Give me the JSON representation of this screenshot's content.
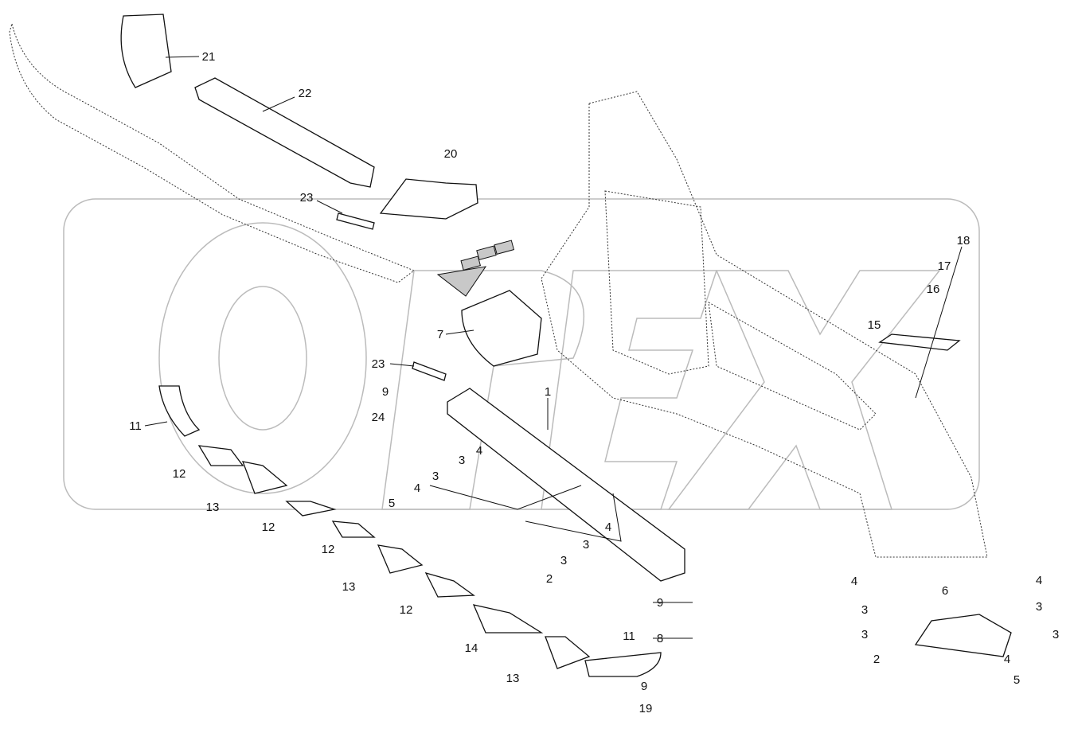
{
  "diagram": {
    "watermark": "OPEX",
    "labels": [
      "21",
      "22",
      "20",
      "23",
      "7",
      "23",
      "9",
      "24",
      "1",
      "11",
      "12",
      "13",
      "12",
      "12",
      "13",
      "12",
      "14",
      "13",
      "11",
      "9",
      "19",
      "4",
      "3",
      "3",
      "4",
      "5",
      "4",
      "3",
      "3",
      "2",
      "9",
      "8",
      "18",
      "17",
      "16",
      "15",
      "6",
      "4",
      "3",
      "3",
      "2",
      "4",
      "3",
      "3",
      "4",
      "5"
    ]
  }
}
